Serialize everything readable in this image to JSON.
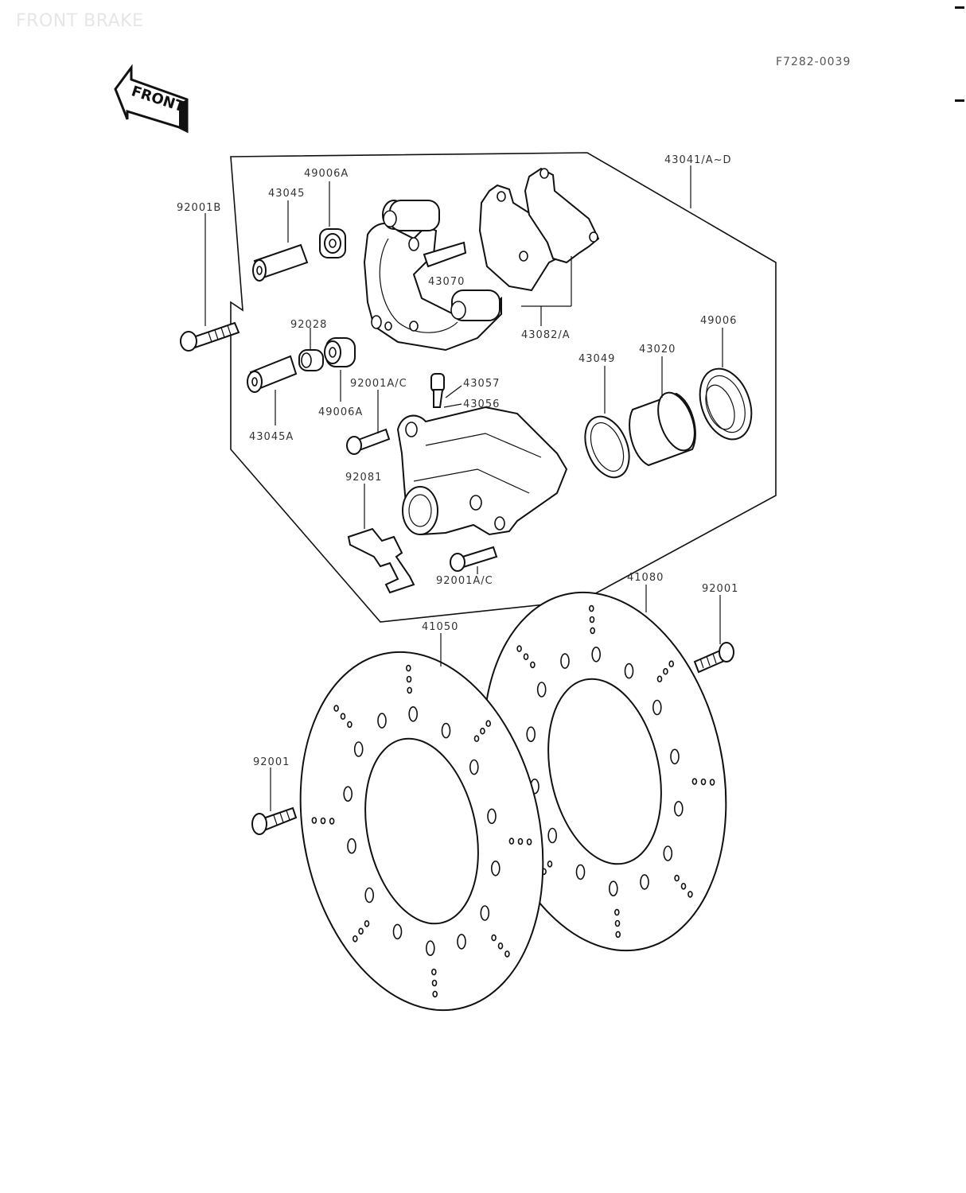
{
  "title": "FRONT BRAKE",
  "ref_code": "F7282-0039",
  "front_arrow_label": "FRONT",
  "parts": {
    "caliper_assy": "43041/A~D",
    "pin_a": "43045",
    "boot_a_top": "49006A",
    "bolt_b": "92001B",
    "spring_clip": "43070",
    "pad_assy": "43082/A",
    "boot_small": "92028",
    "pin_b": "43045A",
    "boot_a_bottom": "49006A",
    "bolt_a_upper": "92001A/C",
    "bleed_cap": "43057",
    "bleed_valve": "43056",
    "pad_spring": "92081",
    "bolt_a_lower": "92001A/C",
    "piston_seal": "43049",
    "piston": "43020",
    "dust_seal": "49006",
    "disc_left": "41050",
    "disc_right": "41080",
    "disc_bolt_right": "92001",
    "disc_bolt_left": "92001"
  }
}
